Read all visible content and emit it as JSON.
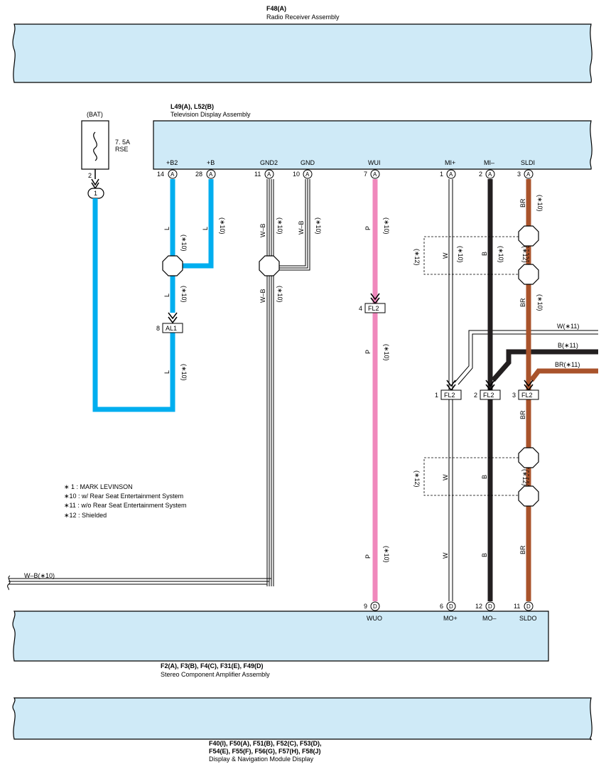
{
  "components": {
    "radio": {
      "code": "F48(A)",
      "name": "Radio Receiver Assembly"
    },
    "tv": {
      "code": "L49(A), L52(B)",
      "name": "Television Display Assembly"
    },
    "amp": {
      "code": "F2(A), F3(B), F4(C), F31(E), F49(D)",
      "name": "Stereo Component Amplifier Assembly"
    },
    "nav": {
      "code1": "F40(I), F50(A), F51(B), F52(C), F53(D),",
      "code2": "F54(E), F55(F), F56(G), F57(H), F58(J)",
      "name": "Display & Navigation Module Display"
    }
  },
  "fuse": {
    "bat": "(BAT)",
    "rating": "7. 5A",
    "name": "RSE",
    "pin": "2",
    "conn": "1"
  },
  "tv_pins": [
    {
      "label": "+B2",
      "num": "14",
      "conn": "A"
    },
    {
      "label": "+B",
      "num": "28",
      "conn": "A"
    },
    {
      "label": "GND2",
      "num": "11",
      "conn": "A"
    },
    {
      "label": "GND",
      "num": "10",
      "conn": "A"
    },
    {
      "label": "WUI",
      "num": "7",
      "conn": "A"
    },
    {
      "label": "MI+",
      "num": "1",
      "conn": "A"
    },
    {
      "label": "MI–",
      "num": "2",
      "conn": "A"
    },
    {
      "label": "SLDI",
      "num": "3",
      "conn": "A"
    }
  ],
  "amp_pins": [
    {
      "label": "WUO",
      "num": "9",
      "conn": "D"
    },
    {
      "label": "MO+",
      "num": "6",
      "conn": "D"
    },
    {
      "label": "MO–",
      "num": "12",
      "conn": "D"
    },
    {
      "label": "SLDO",
      "num": "11",
      "conn": "D"
    }
  ],
  "connectors": {
    "al1": {
      "name": "AL1",
      "pin": "8"
    },
    "fl2_wui": {
      "name": "FL2",
      "pin": "4"
    },
    "fl2_w": {
      "name": "FL2",
      "pin": "1"
    },
    "fl2_b": {
      "name": "FL2",
      "pin": "2"
    },
    "fl2_br": {
      "name": "FL2",
      "pin": "3"
    }
  },
  "wires": {
    "L": "L",
    "WB": "W–B",
    "P": "P",
    "W": "W",
    "B": "B",
    "BR": "BR",
    "n10": "(∗10)",
    "n12": "(∗12)",
    "w11": "W(∗11)",
    "b11": "B(∗11)",
    "br11": "BR(∗11)",
    "wb10": "W–B(∗10)"
  },
  "notes": [
    "∗ 1 : MARK LEVINSON",
    "∗10 : w/ Rear Seat Entertainment System",
    "∗11 : w/o Rear Seat Entertainment System",
    "∗12 : Shielded"
  ],
  "colors": {
    "L": "#00aeef",
    "P": "#f088bc",
    "B": "#231f20",
    "BR": "#a9532b",
    "box": "#cfeaf7"
  }
}
